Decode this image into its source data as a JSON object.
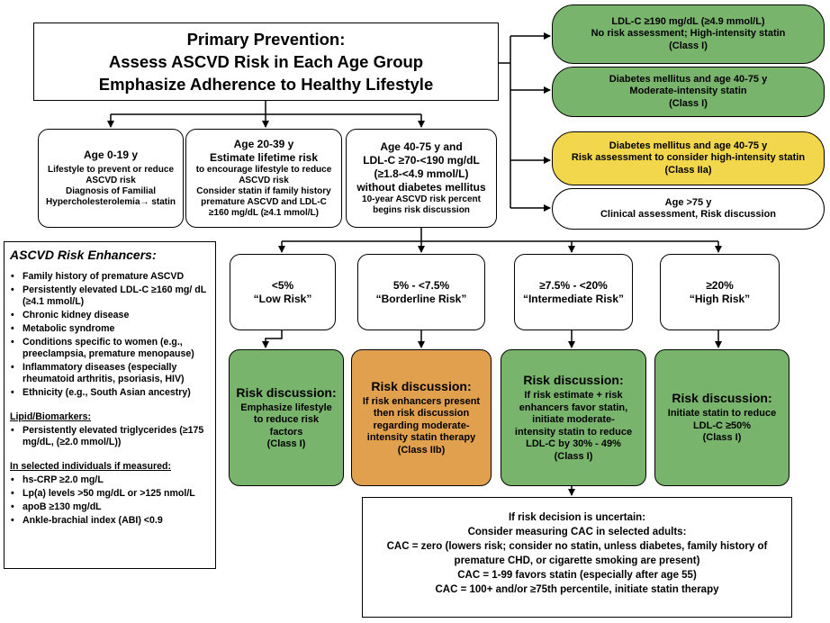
{
  "primary": {
    "line1": "Primary Prevention:",
    "line2": "Assess ASCVD Risk in Each Age Group",
    "line3": "Emphasize Adherence to Healthy Lifestyle"
  },
  "age_groups": {
    "age0_19": {
      "title": "Age 0-19 y",
      "lines": [
        "Lifestyle to prevent or reduce",
        "ASCVD risk",
        "Diagnosis of Familial",
        "Hypercholesterolemia→ statin"
      ]
    },
    "age20_39": {
      "title1": "Age 20-39 y",
      "title2": "Estimate lifetime risk",
      "lines": [
        "to encourage lifestyle to reduce",
        "ASCVD risk",
        "Consider statin if family history",
        "premature ASCVD and LDL-C",
        "≥160 mg/dL (≥4.1 mmol/L)"
      ]
    },
    "age40_75": {
      "lines": [
        "Age 40-75 y and",
        "LDL-C ≥70-<190 mg/dL",
        "(≥1.8-<4.9 mmol/L)",
        "without diabetes mellitus"
      ],
      "small": [
        "10-year ASCVD risk percent",
        "begins risk discussion"
      ]
    }
  },
  "right_boxes": {
    "ldl190": [
      "LDL-C ≥190 mg/dL (≥4.9 mmol/L)",
      "No risk assessment; High-intensity statin",
      "(Class I)"
    ],
    "diabetes_moderate": [
      "Diabetes mellitus and age 40-75 y",
      "Moderate-intensity statin",
      "(Class I)"
    ],
    "diabetes_high": [
      "Diabetes mellitus and age 40-75 y",
      "Risk assessment to consider high-intensity statin",
      "(Class IIa)"
    ],
    "age75": [
      "Age >75 y",
      "Clinical assessment, Risk discussion"
    ]
  },
  "enhancers": {
    "title": "ASCVD Risk Enhancers:",
    "items": [
      "Family history of premature ASCVD",
      "Persistently elevated LDL-C ≥160 mg/ dL (≥4.1 mmol/L)",
      "Chronic kidney disease",
      "Metabolic syndrome",
      "Conditions specific to women (e.g., preeclampsia, premature menopause)",
      "Inflammatory diseases (especially rheumatoid arthritis, psoriasis, HIV)",
      "Ethnicity (e.g., South Asian ancestry)"
    ],
    "lipid_heading": "Lipid/Biomarkers:",
    "lipid_items": [
      "Persistently elevated triglycerides (≥175 mg/dL, (≥2.0 mmol/L))"
    ],
    "selected_heading": "In selected individuals if measured:",
    "selected_items": [
      "hs-CRP ≥2.0 mg/L",
      "Lp(a) levels >50 mg/dL or >125 nmol/L",
      "apoB ≥130 mg/dL",
      "Ankle-brachial index (ABI) <0.9"
    ]
  },
  "risk_categories": [
    {
      "range": "<5%",
      "label": "“Low Risk”"
    },
    {
      "range": "5% - <7.5%",
      "label": "“Borderline Risk”"
    },
    {
      "range": "≥7.5% - <20%",
      "label": "“Intermediate Risk”"
    },
    {
      "range": "≥20%",
      "label": "“High Risk”"
    }
  ],
  "discussions": [
    {
      "title": "Risk discussion:",
      "lines": [
        "Emphasize lifestyle",
        "to reduce risk",
        "factors",
        "(Class I)"
      ]
    },
    {
      "title": "Risk discussion:",
      "lines": [
        "If risk enhancers present",
        "then risk discussion",
        "regarding moderate-",
        "intensity statin therapy",
        "(Class IIb)"
      ]
    },
    {
      "title": "Risk discussion:",
      "lines": [
        "If risk estimate + risk",
        "enhancers favor statin,",
        "initiate moderate-",
        "intensity statin to reduce",
        "LDL-C by 30% - 49%",
        "(Class I)"
      ]
    },
    {
      "title": "Risk discussion:",
      "lines": [
        "Initiate statin to reduce",
        "LDL-C ≥50%",
        "(Class I)"
      ]
    }
  ],
  "cac": {
    "lines": [
      "If risk decision is uncertain:",
      "Consider measuring CAC in selected adults:",
      "CAC = zero (lowers risk; consider no statin, unless diabetes, family history of",
      "premature CHD, or cigarette smoking are present)",
      "CAC = 1-99 favors statin (especially after age 55)",
      "CAC = 100+ and/or ≥75th percentile, initiate statin therapy"
    ]
  },
  "colors": {
    "green": "#79b46d",
    "yellow": "#f2d64b",
    "orange": "#e1a04e",
    "border": "#000000"
  }
}
